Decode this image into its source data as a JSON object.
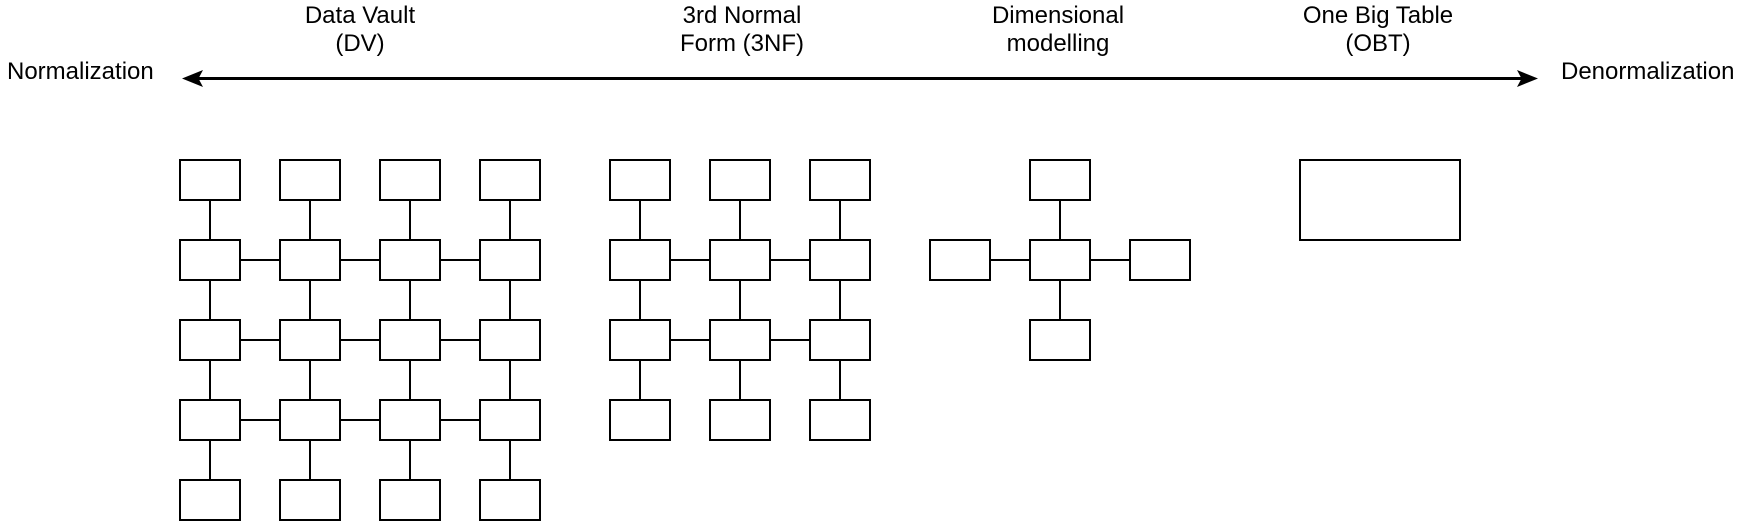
{
  "page": {
    "background_color": "#ffffff",
    "line_color": "#000000",
    "box_fill_color": "#ffffff"
  },
  "spectrum": {
    "left_label": "Normalization",
    "right_label": "Denormalization",
    "arrow_style": "double-headed horizontal arrow"
  },
  "approaches": [
    {
      "id": "data-vault",
      "name_line1": "Data Vault",
      "name_line2": "(DV)",
      "structure": {
        "type": "grid",
        "rows": 5,
        "cols": 4,
        "box_count": 20,
        "vertical_links": "all columns linked between every row",
        "horizontal_link_row_indexes": [
          1,
          2,
          3
        ]
      }
    },
    {
      "id": "third-normal-form",
      "name_line1": "3rd Normal",
      "name_line2": "Form (3NF)",
      "structure": {
        "type": "grid",
        "rows": 4,
        "cols": 3,
        "box_count": 12,
        "vertical_links": "all columns linked between every row",
        "horizontal_link_row_indexes": [
          1,
          2
        ]
      }
    },
    {
      "id": "dimensional-modelling",
      "name_line1": "Dimensional",
      "name_line2": "modelling",
      "structure": {
        "type": "star",
        "box_count": 5,
        "description": "central fact box linked to four dimension boxes (top, left, right, bottom)"
      }
    },
    {
      "id": "one-big-table",
      "name_line1": "One Big Table",
      "name_line2": "(OBT)",
      "structure": {
        "type": "single",
        "box_count": 1,
        "description": "one large rectangle"
      }
    }
  ]
}
